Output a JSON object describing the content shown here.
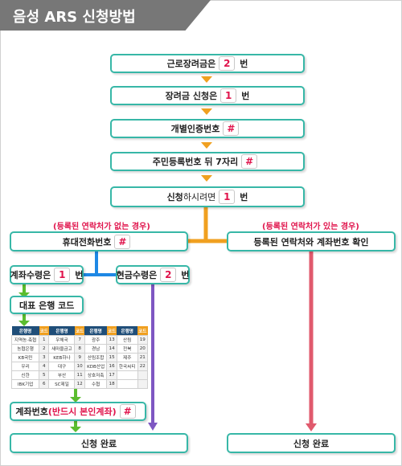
{
  "header": {
    "title": "음성 ARS 신청방법"
  },
  "steps": {
    "s1": {
      "text": "근로장려금은",
      "chip": "2",
      "suffix": "번"
    },
    "s2": {
      "text": "장려금 신청은",
      "chip": "1",
      "suffix": "번"
    },
    "s3": {
      "text": "개별인증번호",
      "chip": "#"
    },
    "s4": {
      "text": "주민등록번호 뒤 7자리",
      "chip": "#"
    },
    "s5": {
      "text_a": "신청",
      "text_b": "하시려면",
      "chip": "1",
      "suffix": "번"
    }
  },
  "notes": {
    "left": "(등록된 연락처가 없는 경우)",
    "right": "(등록된 연락처가 있는 경우)"
  },
  "left_branch": {
    "phone": {
      "text": "휴대전화번호",
      "chip": "#"
    },
    "account": {
      "text": "계좌수령은",
      "chip": "1",
      "suffix": "번"
    },
    "cash": {
      "text": "현금수령은",
      "chip": "2",
      "suffix": "번"
    },
    "bank_code_title": "대표 은행 코드",
    "account_number": {
      "text": "계좌번호",
      "emph": "(반드시 본인계좌)",
      "chip": "#"
    },
    "done": "신청 완료"
  },
  "right_branch": {
    "confirm": "등록된 연락처와 계좌번호 확인",
    "done": "신청 완료"
  },
  "bank_table": {
    "headers": [
      "은행명",
      "코드",
      "은행명",
      "코드",
      "은행명",
      "코드",
      "은행명",
      "코드"
    ],
    "rows": [
      [
        "지역농·축협",
        "1",
        "우체국",
        "7",
        "광주",
        "13",
        "산림",
        "19"
      ],
      [
        "농협은행",
        "2",
        "새마을금고",
        "8",
        "경남",
        "14",
        "전북",
        "20"
      ],
      [
        "KB국민",
        "3",
        "KEB하나",
        "9",
        "산림조합",
        "15",
        "제주",
        "21"
      ],
      [
        "우리",
        "4",
        "대구",
        "10",
        "KDB산업",
        "16",
        "한국씨티",
        "22"
      ],
      [
        "신한",
        "5",
        "부산",
        "11",
        "상호저축",
        "17",
        "",
        ""
      ],
      [
        "IBK기업",
        "6",
        "SC제일",
        "12",
        "수협",
        "18",
        "",
        ""
      ]
    ]
  },
  "colors": {
    "accent": "#37b7a7",
    "arrow_orange": "#f0a020",
    "line_blue": "#1e88e5",
    "line_purple": "#7e57c2",
    "line_green": "#5bbd2f",
    "line_red": "#e05a6d",
    "highlight_red": "#e0144c"
  }
}
